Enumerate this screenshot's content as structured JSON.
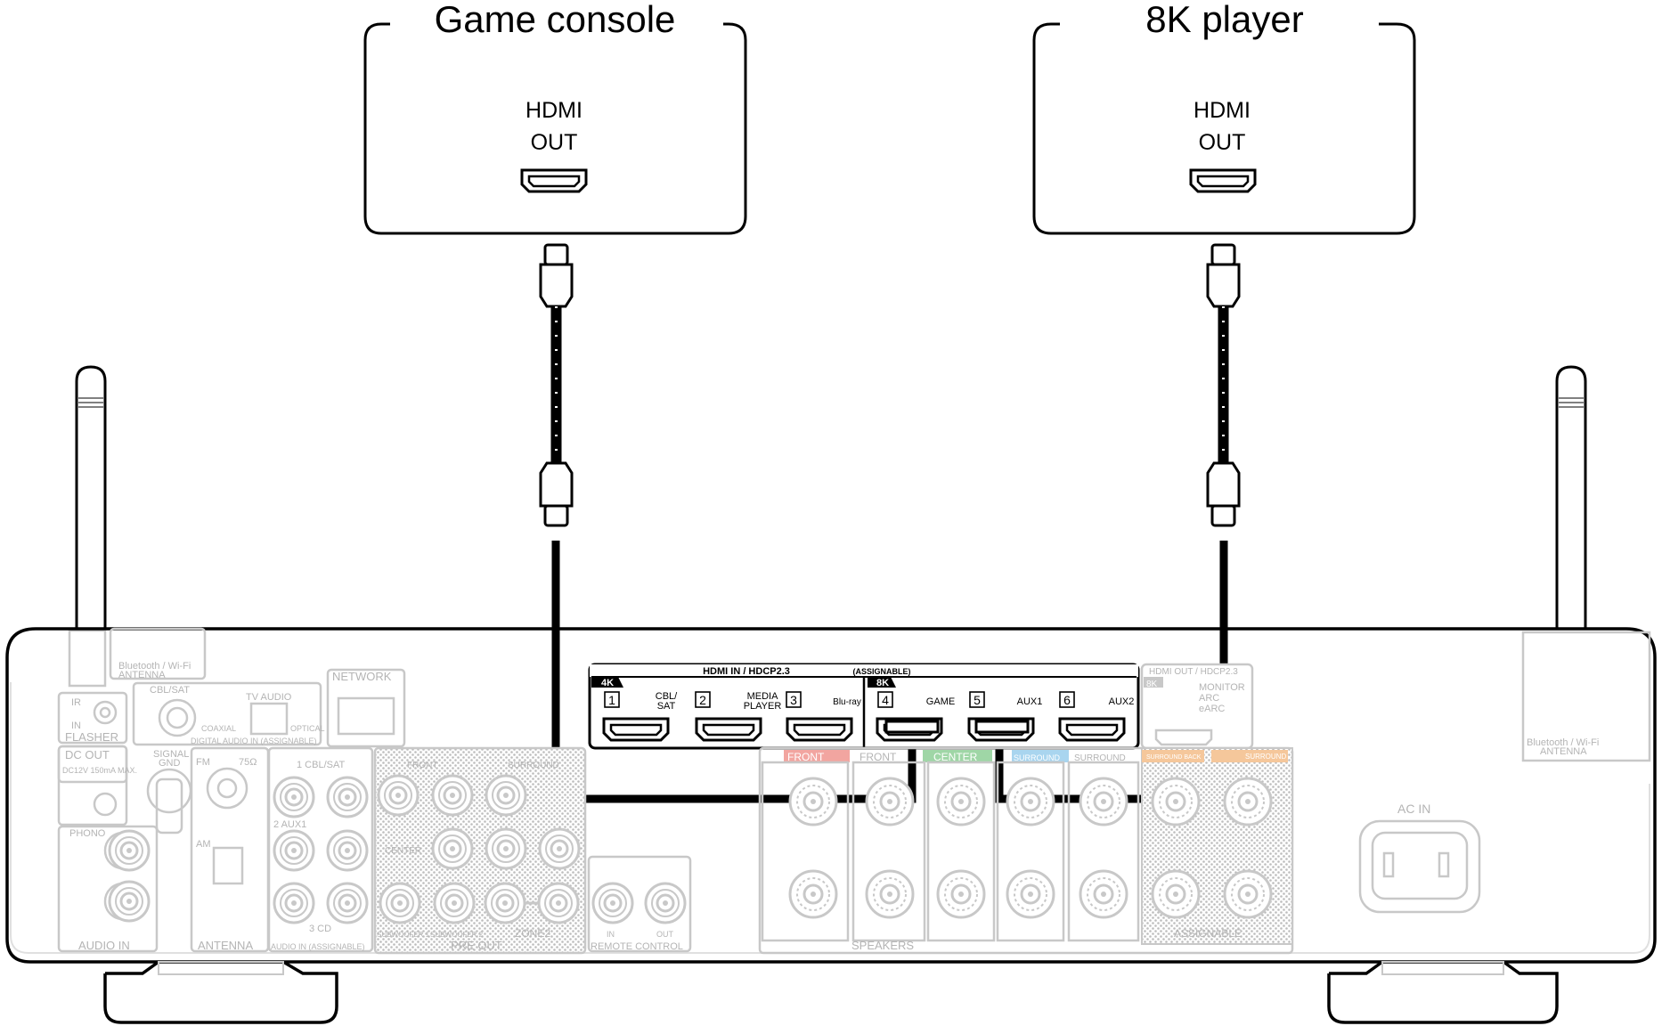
{
  "devices": {
    "game_console": {
      "title": "Game console",
      "port_line1": "HDMI",
      "port_line2": "OUT"
    },
    "player_8k": {
      "title": "8K player",
      "port_line1": "HDMI",
      "port_line2": "OUT"
    }
  },
  "receiver": {
    "hdmi_in_header": "HDMI IN / HDCP2.3",
    "assignable": "(ASSIGNABLE)",
    "badge_4k": "4K",
    "badge_8k": "8K",
    "inputs": [
      {
        "num": "1",
        "label1": "CBL/",
        "label2": "SAT"
      },
      {
        "num": "2",
        "label1": "MEDIA",
        "label2": "PLAYER"
      },
      {
        "num": "3",
        "label1": "Blu-ray",
        "label2": ""
      },
      {
        "num": "4",
        "label1": "GAME",
        "label2": ""
      },
      {
        "num": "5",
        "label1": "AUX1",
        "label2": ""
      },
      {
        "num": "6",
        "label1": "AUX2",
        "label2": ""
      }
    ],
    "hdmi_out_header": "HDMI OUT / HDCP2.3",
    "hdmi_out_8k": "8K",
    "hdmi_out_monitor": "MONITOR",
    "hdmi_out_arc": "ARC",
    "hdmi_out_earc": "eARC",
    "bt_antenna_left": [
      "Bluetooth / Wi-Fi",
      "ANTENNA"
    ],
    "bt_antenna_right": [
      "Bluetooth / Wi-Fi",
      "ANTENNA"
    ],
    "network": "NETWORK",
    "ir": "IR",
    "in": "IN",
    "flasher": "FLASHER",
    "cbl_sat": "CBL/SAT",
    "tv_audio": "TV AUDIO",
    "coaxial": "COAXIAL",
    "optical": "OPTICAL",
    "digital_audio_in": "DIGITAL AUDIO IN (ASSIGNABLE)",
    "dc_out": "DC OUT",
    "dc_out_spec": "DC12V 150mA MAX.",
    "signal_gnd": [
      "SIGNAL",
      "GND"
    ],
    "fm": "FM",
    "ohm": "75Ω",
    "am": "AM",
    "antenna": "ANTENNA",
    "phono": "PHONO",
    "audio_in": "AUDIO IN",
    "audio_in_assignable": "AUDIO IN (ASSIGNABLE)",
    "aux_labels": [
      "1 CBL/SAT",
      "2 AUX1",
      "3 CD"
    ],
    "pre_out": "PRE OUT",
    "zone2": "ZONE2",
    "subwoofer1": "SUBWOOFER 1",
    "subwoofer2": "SUBWOOFER 2",
    "pre_front": "FRONT",
    "pre_surround": "SURROUND",
    "pre_center": "CENTER",
    "remote_control": "REMOTE CONTROL",
    "remote_in": "IN",
    "remote_out": "OUT",
    "speakers": "SPEAKERS",
    "assignable_label": "ASSIGNABLE",
    "spk_front_r": "FRONT",
    "spk_front_l": "FRONT",
    "spk_center": "CENTER",
    "spk_surround_r": "SURROUND",
    "spk_surround_l": "SURROUND",
    "spk_surround_back": "SURROUND BACK",
    "spk_surround_back2": "SURROUND",
    "ac_in": "AC IN"
  },
  "colors": {
    "line": "#000000",
    "faded": "#c8c8c8",
    "faded_text": "#b4b4b4",
    "front_red": "#f2a5a0",
    "center_green": "#9fd6a6",
    "surround_blue": "#a9d5ef",
    "surround_back_orange": "#f5c79b"
  }
}
